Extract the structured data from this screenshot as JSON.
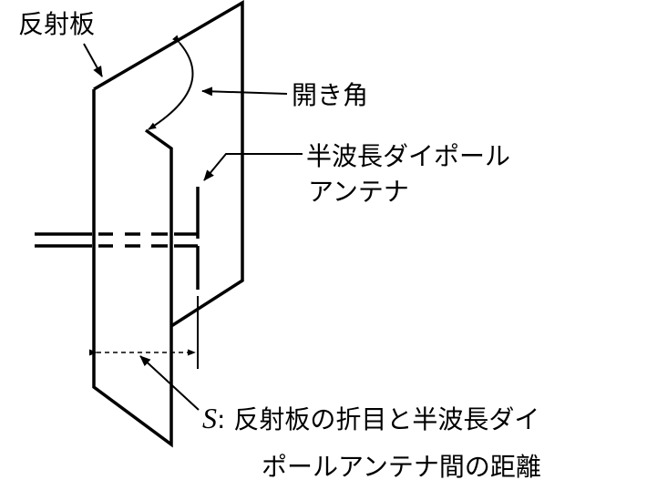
{
  "labels": {
    "reflector": "反射板",
    "opening_angle": "開き角",
    "dipole_line1": "半波長ダイポール",
    "dipole_line2": "アンテナ",
    "s_symbol": "S",
    "s_desc_line1": ": 反射板の折目と半波長ダイ",
    "s_desc_line2": "ポールアンテナ間の距離"
  }
}
